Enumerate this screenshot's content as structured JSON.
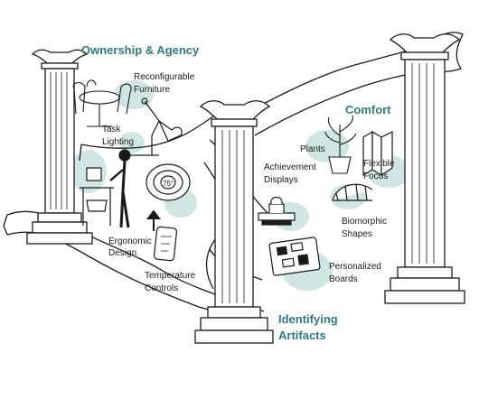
{
  "colors": {
    "accent": "#2e7c78",
    "blob": "#cfe6e2",
    "ink": "#1a1a1a"
  },
  "headings": {
    "ownership": "Ownership & Agency",
    "comfort": "Comfort",
    "identifying_1": "Identifying",
    "identifying_2": "Artifacts"
  },
  "labels": {
    "reconfigurable_1": "Reconfigurable",
    "reconfigurable_2": "Furniture",
    "task_1": "Task",
    "task_2": "Lighting",
    "ergonomic_1": "Ergonomic",
    "ergonomic_2": "Design",
    "temperature_1": "Temperature",
    "temperature_2": "Controls",
    "achievement_1": "Achievement",
    "achievement_2": "Displays",
    "plants": "Plants",
    "flexible_1": "Flexible",
    "flexible_2": "Focus",
    "biomorphic_1": "Biomorphic",
    "biomorphic_2": "Shapes",
    "personalized_1": "Personalized",
    "personalized_2": "Boards"
  },
  "thermostat": {
    "value": "75°"
  },
  "icons": [
    "column-icon",
    "banner-ribbon-icon",
    "chair-table-icon",
    "desk-lamp-icon",
    "standing-desk-icon",
    "thermostat-icon",
    "phone-control-icon",
    "plant-icon",
    "folding-screen-icon",
    "trophy-icon",
    "curved-bench-icon",
    "pinboard-icon",
    "arrow-up-icon"
  ]
}
